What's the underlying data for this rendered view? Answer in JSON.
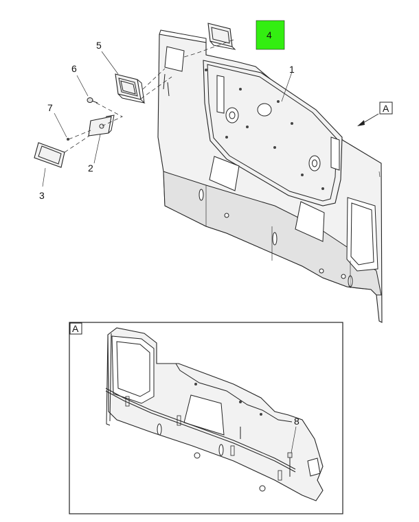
{
  "callouts": {
    "c1": "1",
    "c2": "2",
    "c3": "3",
    "c4": "4",
    "c5": "5",
    "c6": "6",
    "c7": "7",
    "c8": "8"
  },
  "view_tags": {
    "main_ref": "A",
    "detail_frame": "A"
  },
  "colors": {
    "highlight": "#33ee11",
    "line": "#222222",
    "panel_fill": "#f2f2f2"
  }
}
